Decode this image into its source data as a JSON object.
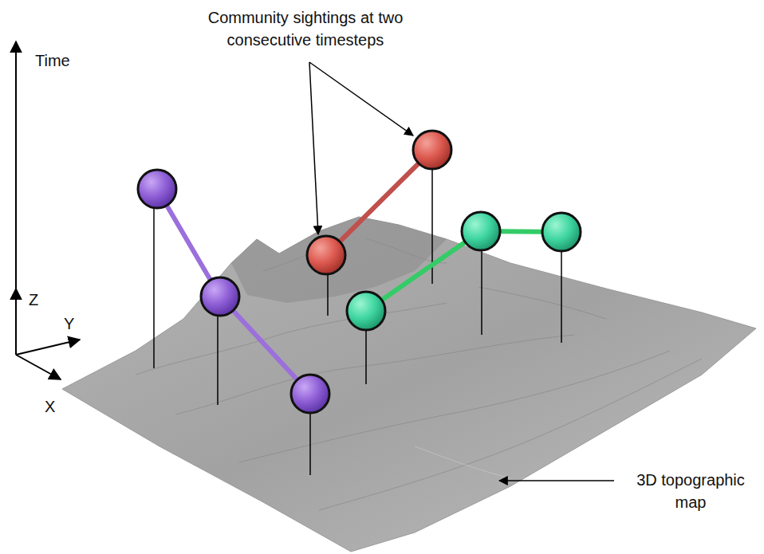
{
  "diagram": {
    "labels": [
      "Time",
      "Z",
      "Y",
      "X",
      "Community sightings at two consecutive timesteps",
      "3D topographic map"
    ]
  }
}
